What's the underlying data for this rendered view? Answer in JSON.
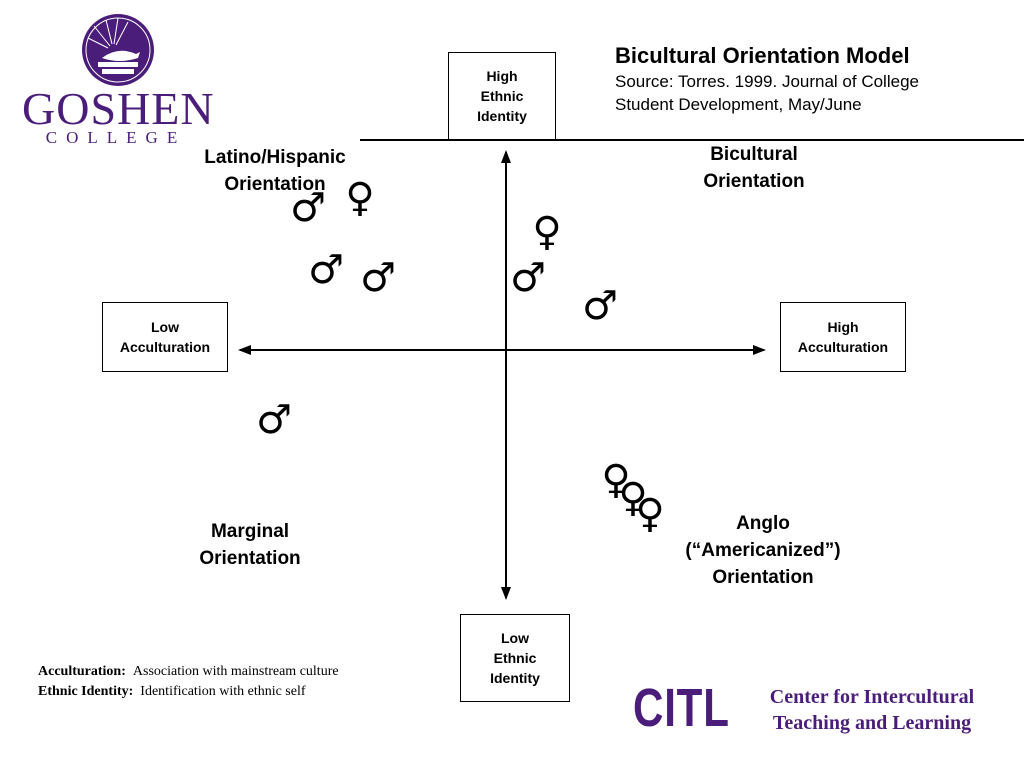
{
  "logo": {
    "name": "GOSHEN",
    "subname": "COLLEGE",
    "color": "#4b1d7a"
  },
  "title": {
    "heading": "Bicultural Orientation Model",
    "source_line1": "Source:  Torres. 1999. Journal of College",
    "source_line2": "Student Development, May/June"
  },
  "axis_boxes": {
    "top": [
      "High",
      "Ethnic",
      "Identity"
    ],
    "bottom": [
      "Low",
      "Ethnic",
      "Identity"
    ],
    "left": [
      "Low",
      "Acculturation"
    ],
    "right": [
      "High",
      "Acculturation"
    ]
  },
  "quadrants": {
    "top_left": [
      "Latino/Hispanic",
      "Orientation"
    ],
    "top_right": [
      "Bicultural",
      "Orientation"
    ],
    "bottom_left": [
      "Marginal",
      "Orientation"
    ],
    "bottom_right": [
      "Anglo",
      "(“Americanized”)",
      "Orientation"
    ]
  },
  "symbols": {
    "male": "♂",
    "female": "♀"
  },
  "definitions": [
    {
      "term": "Acculturation:",
      "text": "Association with mainstream culture"
    },
    {
      "term": "Ethnic Identity:",
      "text": "Identification with ethnic self"
    }
  ],
  "citl": {
    "acronym": "CITL",
    "line1": "Center for Intercultural",
    "line2": "Teaching and Learning",
    "color": "#4b1d7a"
  }
}
